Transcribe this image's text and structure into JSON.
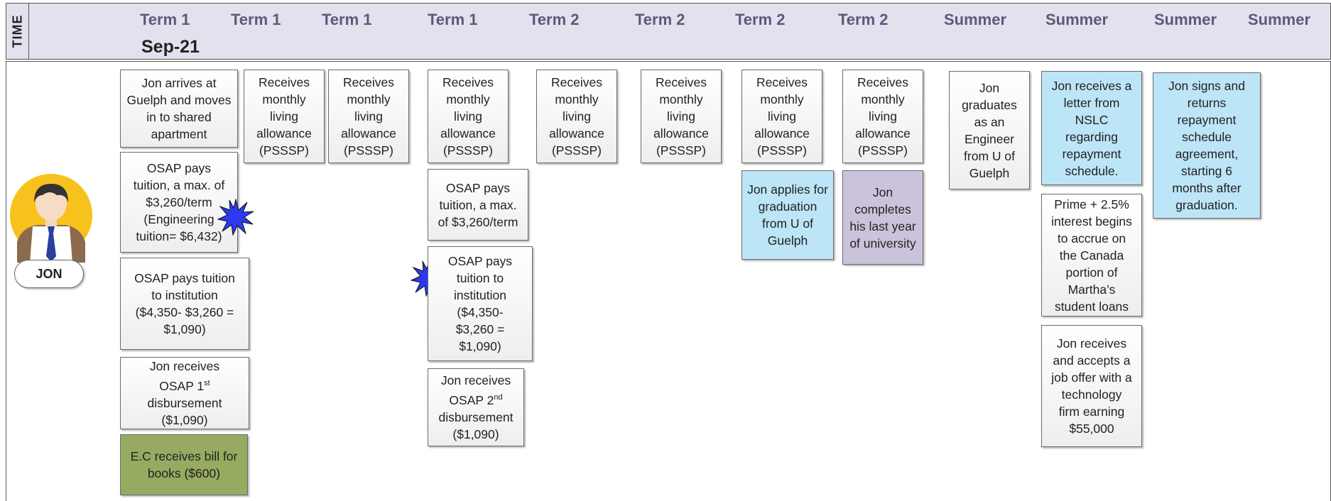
{
  "time_header": {
    "label": "TIME",
    "terms": [
      "Term 1",
      "Term 1",
      "Term 1",
      "Term 1",
      "Term 2",
      "Term 2",
      "Term 2",
      "Term 2",
      "Summer",
      "Summer",
      "Summer",
      "Summer"
    ],
    "date": "Sep-21"
  },
  "person": {
    "name": "JON"
  },
  "events": {
    "arrive": "Jon arrives at Guelph and moves in to shared apartment",
    "allowance": [
      "Receives",
      "monthly",
      "living",
      "allowance",
      "(PSSSP)"
    ],
    "osap_tuition_1": [
      "OSAP pays",
      "tuition, a max. of",
      "$3,260/term",
      "(Engineering",
      "tuition= $6,432)"
    ],
    "osap_inst_1": [
      "OSAP pays tuition",
      "to institution",
      "($4,350- $3,260 =",
      "$1,090)"
    ],
    "disb_1": {
      "line1": "Jon receives",
      "line2": "OSAP 1",
      "sup": "st",
      "line3": "disbursement",
      "line4": "($1,090)"
    },
    "books": "E.C receives bill for books ($600)",
    "osap_tuition_2": [
      "OSAP pays",
      "tuition, a max.",
      "of $3,260/term"
    ],
    "osap_inst_2": [
      "OSAP pays",
      "tuition to",
      "institution",
      "($4,350-",
      "$3,260 =",
      "$1,090)"
    ],
    "disb_2": {
      "line1": "Jon receives",
      "line2": "OSAP 2",
      "sup": "nd",
      "line3": "disbursement",
      "line4": "($1,090)"
    },
    "applies_grad": "Jon applies for graduation from U of Guelph",
    "completes_year": "Jon completes his last year of university",
    "graduates": [
      "Jon",
      "graduates",
      "as an",
      "Engineer",
      "from U of",
      "Guelph"
    ],
    "nslc_letter": [
      "Jon receives a",
      "letter from",
      "NSLC",
      "regarding",
      "repayment",
      "schedule."
    ],
    "interest": [
      "Prime + 2.5%",
      "interest begins",
      "to accrue on",
      "the Canada",
      "portion of",
      "Martha’s",
      "student loans"
    ],
    "job_offer": [
      "Jon receives",
      "and accepts a",
      "job offer with a",
      "technology",
      "firm earning",
      "$55,000"
    ],
    "signs_agreement": [
      "Jon signs and",
      "returns",
      "repayment",
      "schedule",
      "agreement,",
      "starting 6",
      "months after",
      "graduation."
    ]
  },
  "colors": {
    "header_bg": "#e3e1ee",
    "term_text": "#5a5a7a",
    "blue_box": "#bde5f8",
    "purple_box": "#cbc3dc",
    "green_box": "#96ab61",
    "burst": "#2b3af0",
    "avatar_bg": "#f7c21e"
  },
  "icons": [
    "person-avatar-icon",
    "starburst-icon"
  ]
}
